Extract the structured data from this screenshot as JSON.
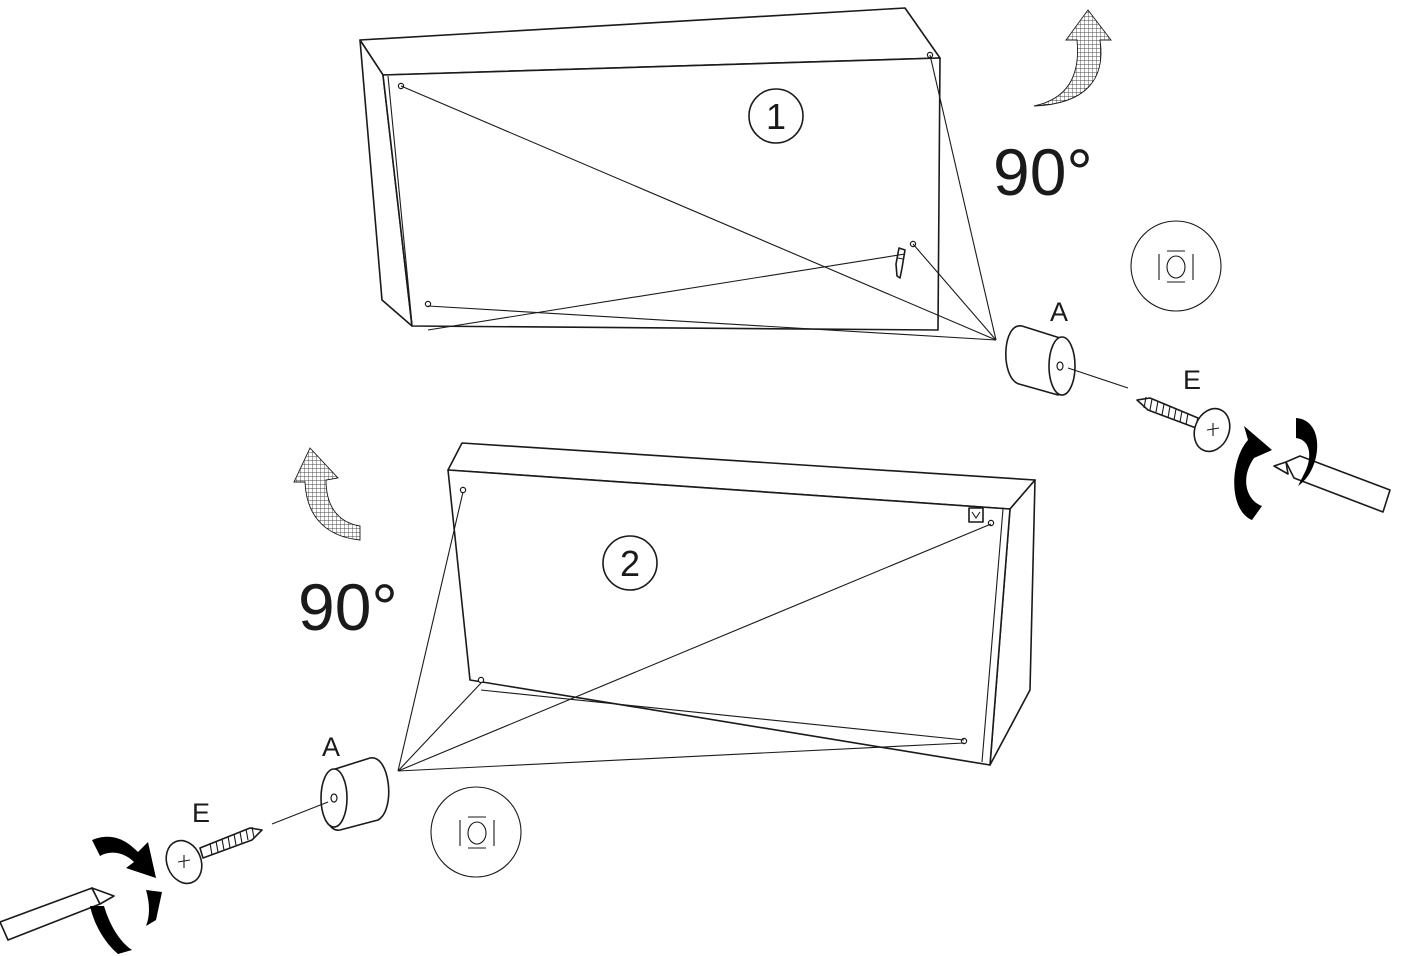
{
  "steps": [
    {
      "number": "1",
      "rotation": "90°",
      "part_label": "A",
      "screw_label": "E"
    },
    {
      "number": "2",
      "rotation": "90°",
      "part_label": "A",
      "screw_label": "E"
    }
  ],
  "colors": {
    "line": "#1a1a1a",
    "background": "#ffffff",
    "arrow_hatch": "#444444"
  },
  "icons": [
    "rotate-arrow-icon",
    "hardware-bag-icon",
    "screwdriver-icon",
    "screw-icon",
    "bumper-pad-icon",
    "clockwise-rotation-icon"
  ]
}
